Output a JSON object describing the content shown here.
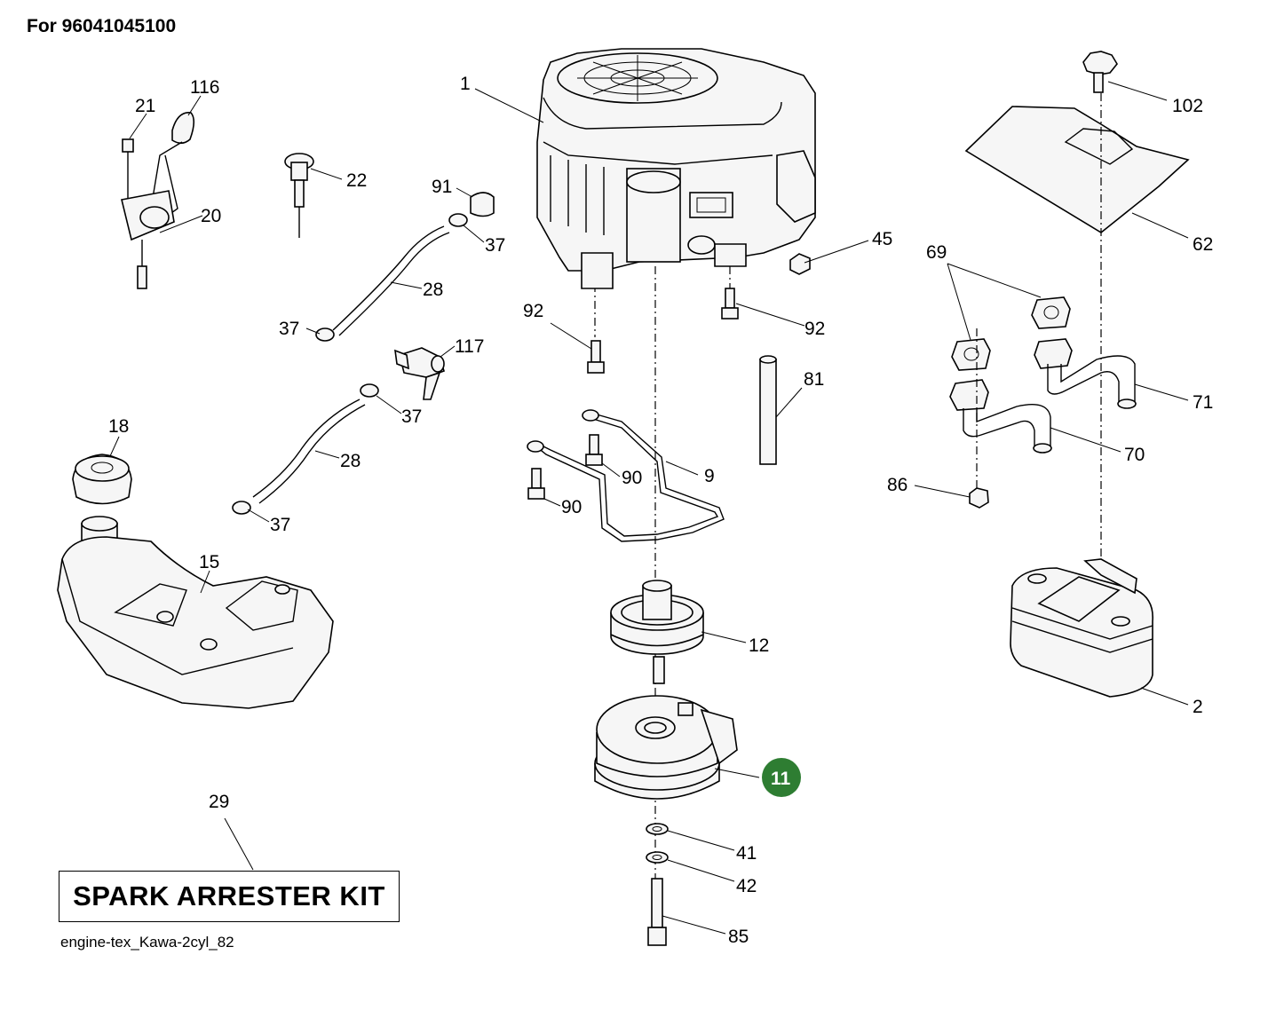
{
  "header": "For 96041045100",
  "kit_box": "SPARK ARRESTER KIT",
  "footer": "engine-tex_Kawa-2cyl_82",
  "highlight_color": "#2e7d32",
  "labels": {
    "l1": "1",
    "l116": "116",
    "l21": "21",
    "l20": "20",
    "l22": "22",
    "l91": "91",
    "l37a": "37",
    "l28a": "28",
    "l37b": "37",
    "l117": "117",
    "l37c": "37",
    "l28b": "28",
    "l37d": "37",
    "l18": "18",
    "l15": "15",
    "l92a": "92",
    "l92b": "92",
    "l45": "45",
    "l81": "81",
    "l9": "9",
    "l90a": "90",
    "l90b": "90",
    "l12": "12",
    "l11": "11",
    "l41": "41",
    "l42": "42",
    "l85": "85",
    "l29": "29",
    "l102": "102",
    "l62": "62",
    "l69": "69",
    "l71": "71",
    "l70": "70",
    "l86": "86",
    "l2": "2"
  }
}
